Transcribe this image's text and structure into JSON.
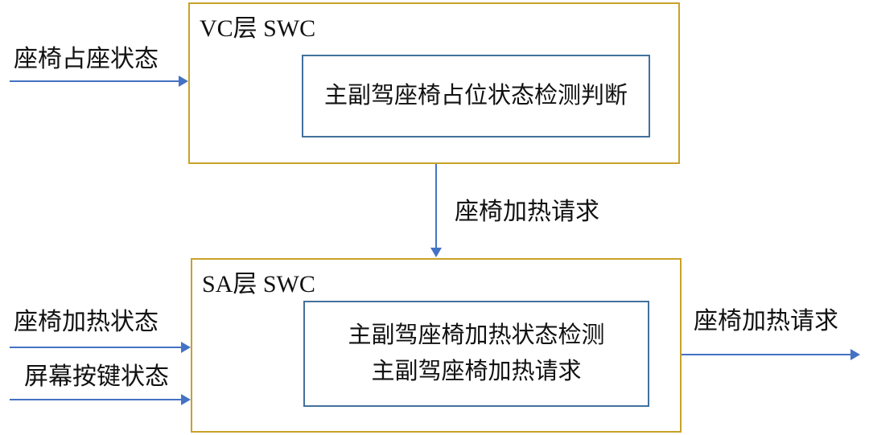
{
  "diagram": {
    "colors": {
      "outer_box_border": "#C9A227",
      "inner_box_border": "#41719C",
      "arrow": "#4472C4",
      "text": "#111111",
      "background": "#ffffff"
    },
    "vc_block": {
      "title": "VC层 SWC",
      "process_label": "主副驾座椅占位状态检测判断"
    },
    "sa_block": {
      "title": "SA层 SWC",
      "process_label_line1": "主副驾座椅加热状态检测",
      "process_label_line2": "主副驾座椅加热请求"
    },
    "signals": {
      "seat_occupancy_status": "座椅占座状态",
      "seat_heating_request_mid": "座椅加热请求",
      "seat_heating_status": "座椅加热状态",
      "screen_button_status": "屏幕按键状态",
      "seat_heating_request_out": "座椅加热请求"
    }
  }
}
